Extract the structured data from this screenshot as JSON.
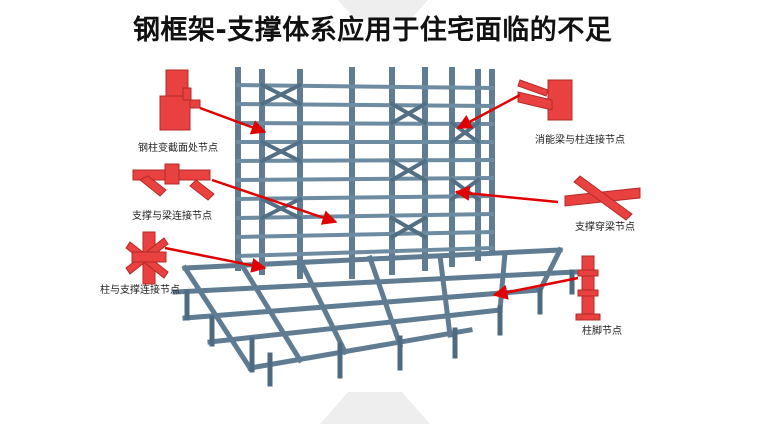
{
  "title": "钢框架-支撑体系应用于住宅面临的不足",
  "callouts": [
    {
      "id": "column-section-change",
      "label": "钢柱变截面处节点"
    },
    {
      "id": "brace-beam",
      "label": "支撑与梁连接节点"
    },
    {
      "id": "column-brace",
      "label": "柱与支撑连接节点"
    },
    {
      "id": "energy-beam-column",
      "label": "消能梁与柱连接节点"
    },
    {
      "id": "brace-through-beam",
      "label": "支撑穿梁节点"
    },
    {
      "id": "column-base",
      "label": "柱脚节点"
    }
  ],
  "colors": {
    "steel": "#5f7c93",
    "steel_dark": "#3f566a",
    "node_red": "#e8413f",
    "arrow_red": "#e00000"
  }
}
